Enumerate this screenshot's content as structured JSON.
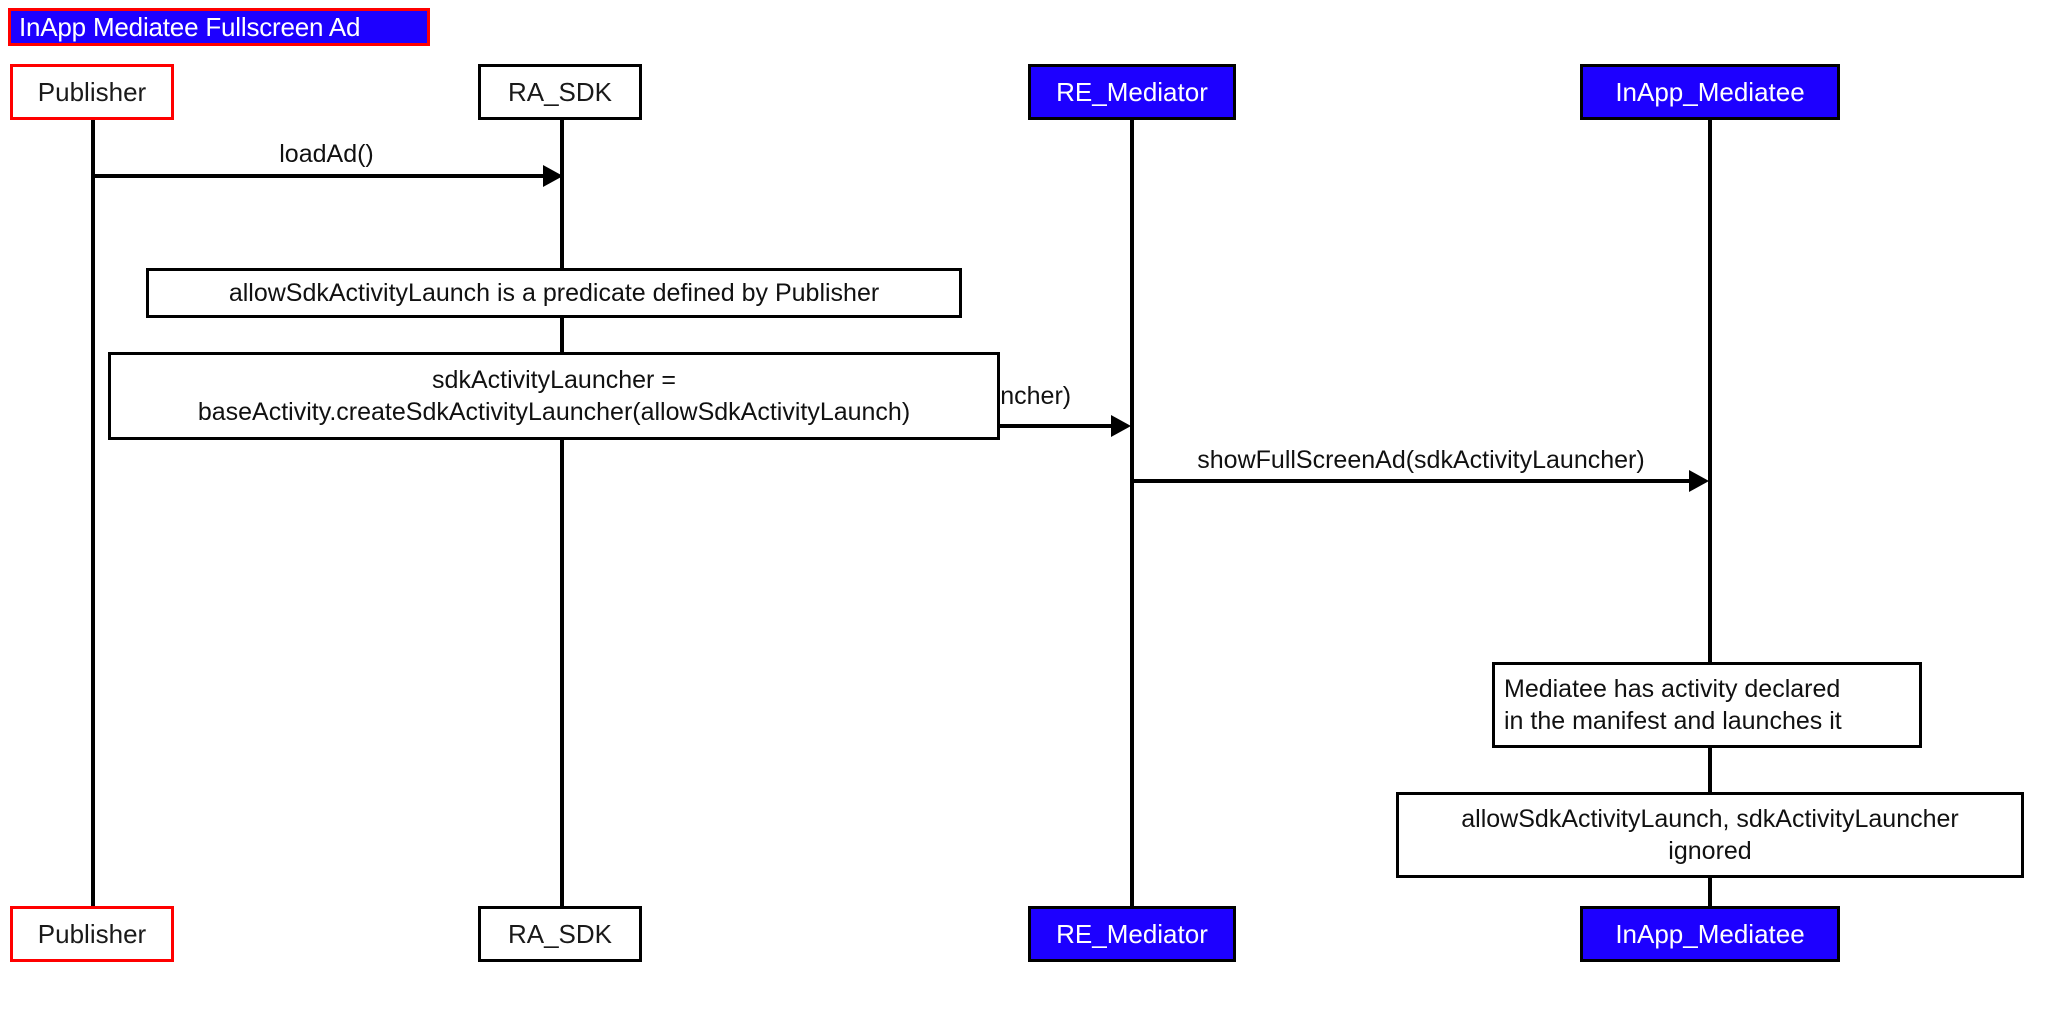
{
  "diagram": {
    "kind": "uml-sequence-diagram",
    "title": "InApp Mediatee Fullscreen Ad",
    "title_colors": {
      "background": "#1d00ff",
      "border": "#ff0000",
      "text": "#ffffff"
    },
    "participants": [
      {
        "id": "publisher",
        "label": "Publisher",
        "style": "white-red-border",
        "fill": "#ffffff",
        "border": "#ff0000",
        "text": "#1a1a1a"
      },
      {
        "id": "ra_sdk",
        "label": "RA_SDK",
        "style": "white-black-border",
        "fill": "#ffffff",
        "border": "#000000",
        "text": "#1a1a1a"
      },
      {
        "id": "re_mediator",
        "label": "RE_Mediator",
        "style": "blue-filled",
        "fill": "#1d00ff",
        "border": "#000000",
        "text": "#ffffff"
      },
      {
        "id": "inapp",
        "label": "InApp_Mediatee",
        "style": "blue-filled",
        "fill": "#1d00ff",
        "border": "#000000",
        "text": "#ffffff"
      }
    ],
    "participants_bottom": [
      {
        "id": "publisher",
        "label": "Publisher"
      },
      {
        "id": "ra_sdk",
        "label": "RA_SDK"
      },
      {
        "id": "re_mediator",
        "label": "RE_Mediator"
      },
      {
        "id": "inapp",
        "label": "InApp_Mediatee"
      }
    ],
    "messages": [
      {
        "id": "m1",
        "from": "publisher",
        "to": "ra_sdk",
        "label": "loadAd()",
        "arrow": "solid-filled"
      },
      {
        "id": "m2",
        "from": "ra_sdk",
        "to": "re_mediator",
        "label": "mediatorBinder\n.showFullscreenAd(sdkActivityLauncher)",
        "arrow": "solid-filled"
      },
      {
        "id": "m3",
        "from": "re_mediator",
        "to": "inapp",
        "label": "showFullScreenAd(sdkActivityLauncher)",
        "arrow": "solid-filled"
      }
    ],
    "notes": [
      {
        "id": "n1",
        "text": "allowSdkActivityLaunch is a predicate defined by Publisher",
        "align": "center"
      },
      {
        "id": "n2",
        "text": "sdkActivityLauncher =\nbaseActivity.createSdkActivityLauncher(allowSdkActivityLaunch)",
        "align": "center"
      },
      {
        "id": "n3",
        "text": "Mediatee has activity declared\nin the manifest and launches it",
        "align": "left"
      },
      {
        "id": "n4",
        "text": "allowSdkActivityLaunch, sdkActivityLauncher\nignored",
        "align": "center"
      }
    ]
  }
}
